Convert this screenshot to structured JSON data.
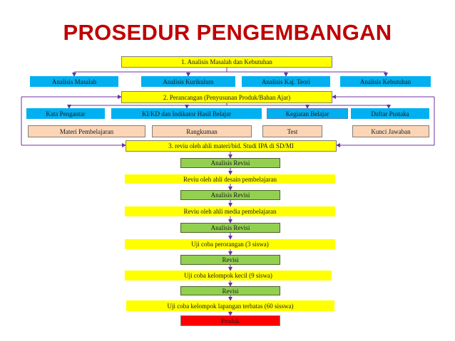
{
  "title": "PROSEDUR PENGEMBANGAN",
  "colors": {
    "title": "#c00000",
    "connector": "#7030a0",
    "yellow": "#ffff00",
    "blue": "#00b0f0",
    "peach": "#fbd5b5",
    "green": "#92d050",
    "red": "#ff0000"
  },
  "step1": {
    "label": "1. Analisis Masalah dan Kebutuhan",
    "items": [
      "Analisis Masalah",
      "Analisis Kurikulum",
      "Analisis Kaj. Teori",
      "Analisis Kebutuhan"
    ]
  },
  "step2": {
    "label": "2. Perancangan (Penyusunan Produk/Bahan Ajar)",
    "items_row1": [
      "Kata Pengantar",
      "KI/KD dan Indikator Hasil Belajar",
      "Kegiatan Belajar",
      "Daftar Pustaka"
    ],
    "items_row2": [
      "Materi Pembelajaran",
      "Rangkuman",
      "Test",
      "Kunci Jawaban"
    ]
  },
  "step3": {
    "label": "3. reviu oleh ahli materi/bid. Studi IPA di SD/MI"
  },
  "flow": [
    "Analisis Revisi",
    "Reviu oleh ahli desain pembelajaran",
    "Analisis Revisi",
    "Reviu oleh ahli media pembelajaran",
    "Analisis Revisi",
    "Uji coba perorangan (3 siswa)",
    "Revisi",
    "Uji coba kelompok kecil (9 siswa)",
    "Revisi",
    "Uji coba kelompok lapangan terbatas (60 sisswa)",
    "Produk"
  ]
}
